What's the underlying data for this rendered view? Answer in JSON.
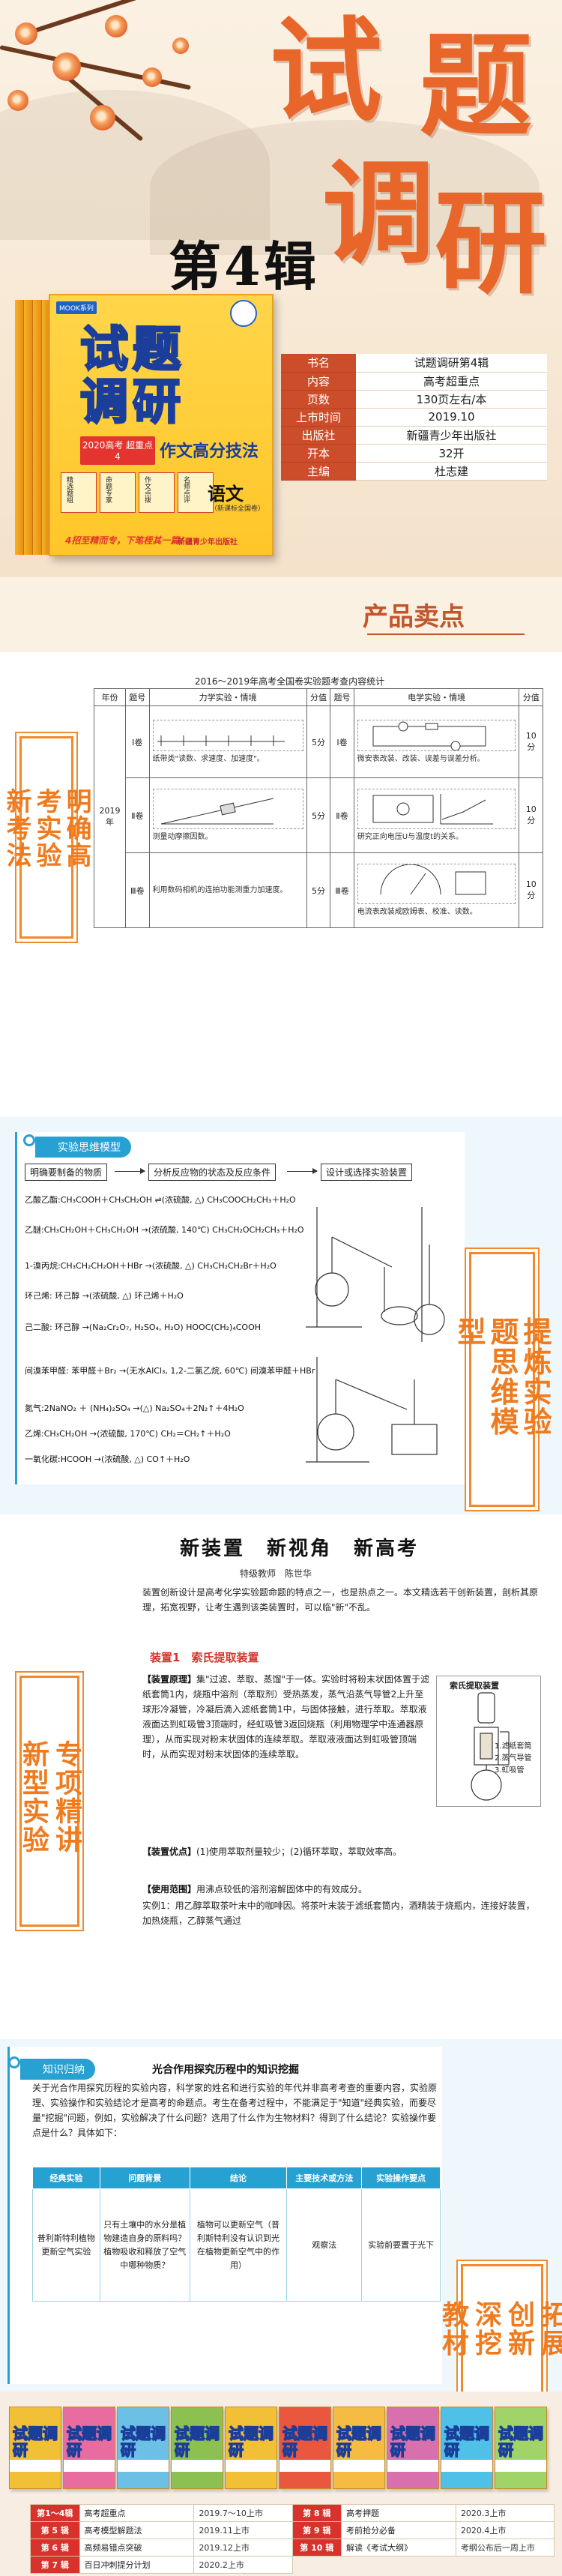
{
  "hero": {
    "big_chars": [
      "试",
      "题",
      "调",
      "研"
    ],
    "series_label": "第4辑",
    "book": {
      "sticker": "MOOK系列",
      "edition_tag": "2020高考 超重点4",
      "subtitle": "作文高分技法",
      "title_lines": [
        "试题",
        "调研"
      ],
      "subject": "语文",
      "subject_sub": "（新课标全国卷）",
      "slogan": "4招至精而专，下笔桎其一篇！",
      "publisher": "新疆青少年出版社",
      "tiles": [
        "精选题组",
        "命题专家",
        "作文点拨",
        "名师点评"
      ]
    },
    "info": [
      {
        "k": "书名",
        "v": "试题调研第4辑"
      },
      {
        "k": "内容",
        "v": "高考超重点"
      },
      {
        "k": "页数",
        "v": "130页左右/本"
      },
      {
        "k": "上市时间",
        "v": "2019.10"
      },
      {
        "k": "出版社",
        "v": "新疆青少年出版社"
      },
      {
        "k": "开本",
        "v": "32开"
      },
      {
        "k": "主编",
        "v": "杜志建"
      }
    ]
  },
  "selling": {
    "title": "产品卖点"
  },
  "s1": {
    "label": "明确高考实验新考法",
    "table_title": "2016～2019年高考全国卷实验题考查内容统计",
    "headers": [
      "年份",
      "题号",
      "力学实验・情境",
      "分值",
      "题号",
      "电学实验・情境",
      "分值"
    ],
    "year": "2019年",
    "rows": [
      {
        "q1": "Ⅰ卷",
        "mech": "纸带类\"读数、求速度、加速度\"。",
        "s1": "5分",
        "q2": "Ⅰ卷",
        "elec": "微安表改装、改装、误差与误差分析。",
        "s2": "10分"
      },
      {
        "q1": "Ⅱ卷",
        "mech": "测量动摩擦因数。",
        "s1": "5分",
        "q2": "Ⅱ卷",
        "elec": "研究正向电压U与温度t的关系。",
        "s2": "10分"
      },
      {
        "q1": "Ⅲ卷",
        "mech": "利用数码相机的连拍功能测重力加速度。",
        "s1": "5分",
        "q2": "Ⅲ卷",
        "elec": "电流表改装成欧姆表、校准、读数。",
        "s2": "10分"
      }
    ]
  },
  "s2": {
    "tag": "实验思维模型",
    "label": "提炼实验题思维模型",
    "flow": [
      "明确要制备的物质",
      "分析反应物的状态及反应条件",
      "设计或选择实验装置"
    ],
    "reactions": [
      "乙酸乙酯:CH₃COOH＋CH₃CH₂OH ⇌(浓硫酸, △) CH₃COOCH₂CH₃＋H₂O",
      "乙醚:CH₃CH₂OH＋CH₃CH₂OH →(浓硫酸, 140℃) CH₃CH₂OCH₂CH₃＋H₂O",
      "1-溴丙烷:CH₃CH₂CH₂OH＋HBr →(浓硫酸, △) CH₃CH₂CH₂Br＋H₂O",
      "环己烯: 环己醇 →(浓硫酸, △) 环己烯＋H₂O",
      "己二酸: 环己醇 →(Na₂Cr₂O₇, H₂SO₄, H₂O) HOOC(CH₂)₄COOH",
      "间溴苯甲醛: 苯甲醛＋Br₂ →(无水AlCl₃, 1,2-二氯乙烷, 60℃) 间溴苯甲醛＋HBr",
      "氮气:2NaNO₂ ＋ (NH₄)₂SO₄ →(△) Na₂SO₄＋2N₂↑＋4H₂O",
      "乙烯:CH₃CH₂OH →(浓硫酸, 170℃) CH₂＝CH₂↑＋H₂O",
      "一氧化碳:HCOOH →(浓硫酸, △) CO↑＋H₂O"
    ]
  },
  "s3": {
    "title": "新装置　新视角　新高考",
    "author": "特级教师　陈世华",
    "intro": "装置创新设计是高考化学实验题命题的特点之一，也是热点之一。本文精选若干创新装置，剖析其原理，拓宽视野，让考生遇到该类装置时，可以临\"新\"不乱。",
    "label": "专项精讲新型实验",
    "sub": "装置1　索氏提取装置",
    "principle_title": "【装置原理】",
    "principle": "集\"过滤、萃取、蒸馏\"于一体。实验时将粉末状固体置于滤纸套筒1内，烧瓶中溶剂（萃取剂）受热蒸发，蒸气沿蒸气导管2上升至球形冷凝管，冷凝后滴入滤纸套筒1中，与固体接触，进行萃取。萃取液液面达到虹吸管3顶端时，经虹吸管3返回烧瓶（利用物理学中连通器原理），从而实现对粉末状固体的连续萃取。萃取液液面达到虹吸管顶端时，从而实现对粉末状固体的连续萃取。",
    "advantage_title": "【装置优点】",
    "advantage": "(1)使用萃取剂量较少；(2)循环萃取，萃取效率高。",
    "usage_title": "【使用范围】",
    "usage": "用沸点较低的溶剂溶解固体中的有效成分。",
    "example": "实例1：用乙醇萃取茶叶末中的咖啡因。将茶叶末装于滤纸套筒内，酒精装于烧瓶内，连接好装置，加热烧瓶，乙醇蒸气通过",
    "diagram_title": "索氏提取装置",
    "diagram_legend": [
      "1.滤纸套筒",
      "2.蒸气导管",
      "3.虹吸管"
    ]
  },
  "s4": {
    "tag": "知识归纳",
    "heading": "光合作用探究历程中的知识挖掘",
    "text": "关于光合作用探究历程的实验内容，科学家的姓名和进行实验的年代并非高考考查的重要内容，实验原理、实验操作和实验结论才是高考的命题点。考生在备考过程中，不能满足于\"知道\"经典实验，而要尽量\"挖掘\"问题，例如，实验解决了什么问题？选用了什么作为生物材料？得到了什么结论？实验操作要点是什么？具体如下：",
    "label": "拓展创新深挖教材",
    "headers": [
      "经典实验",
      "问题背景",
      "结论",
      "主要技术或方法",
      "实验操作要点"
    ],
    "row": [
      "普利斯特利植物更新空气实验",
      "只有土壤中的水分是植物建造自身的原料吗？植物吸收和释放了空气中哪种物质？",
      "植物可以更新空气（普利斯特利没有认识到光在植物更新空气中的作用）",
      "观察法",
      "实验前要置于光下"
    ]
  },
  "bottom": {
    "thumbs": [
      "试题调研",
      "试题调研",
      "试题调研",
      "试题调研",
      "试题调研",
      "试题调研",
      "试题调研",
      "试题调研",
      "试题调研",
      "试题调研"
    ],
    "table": [
      [
        "第1～4辑",
        "高考超重点",
        "2019.7～10上市",
        "第 8 辑",
        "高考押题",
        "2020.3上市"
      ],
      [
        "第 5 辑",
        "高考模型解题法",
        "2019.11上市",
        "第 9 辑",
        "考前抢分必备",
        "2020.4上市"
      ],
      [
        "第 6 辑",
        "高频易错点突破",
        "2019.12上市",
        "第 10 辑",
        "解读《考试大纲》",
        "考纲公布后一周上市"
      ],
      [
        "第 7 辑",
        "百日冲刺提分计划",
        "2020.2上市",
        "",
        "",
        ""
      ]
    ]
  },
  "colors": {
    "accent": "#e8662a",
    "info_key": "#cb4d2a",
    "blue": "#27a0d2"
  }
}
